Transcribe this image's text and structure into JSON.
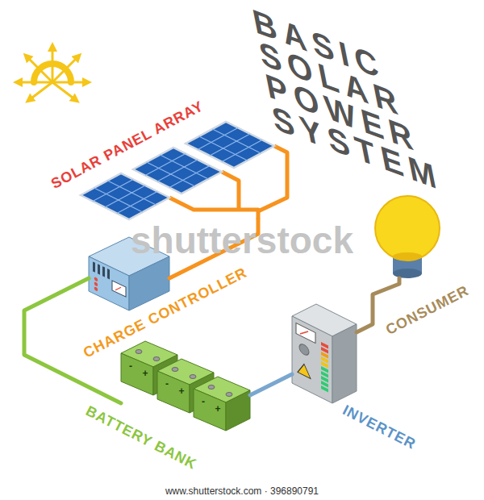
{
  "diagram": {
    "title": "BASIC SOLAR POWER SYSTEM",
    "nodes": [
      {
        "text": [
          "SOLAR PANEL ARRAY"
        ]
      },
      {
        "text": [
          "CHARGE CONTROLLER"
        ]
      },
      {
        "text": [
          "BATTERY BANK"
        ]
      },
      {
        "text": [
          "INVERTER"
        ]
      },
      {
        "text": [
          "CONSUMER"
        ]
      }
    ],
    "edges": [
      {
        "from": 0,
        "to": 1,
        "arrow": "none"
      },
      {
        "from": 1,
        "to": 2,
        "arrow": "none"
      },
      {
        "from": 2,
        "to": 3,
        "arrow": "none"
      },
      {
        "from": 3,
        "to": 4,
        "arrow": "none"
      }
    ],
    "labels": [
      "-",
      "+",
      "-",
      "+",
      "-",
      "+",
      "shutterstock",
      "www.shutterstock.com · 396890791"
    ]
  }
}
